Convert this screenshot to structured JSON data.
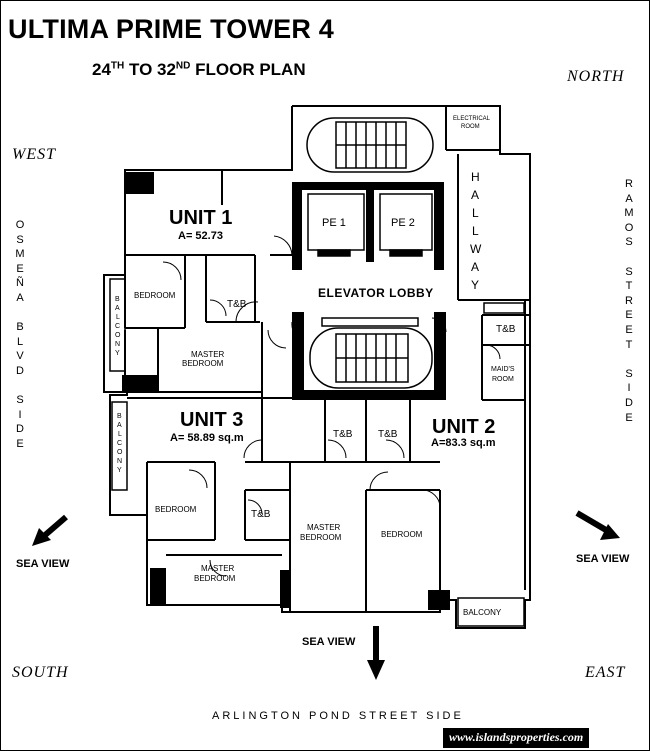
{
  "header": {
    "title": "ULTIMA PRIME TOWER 4",
    "subtitle_a": "24",
    "subtitle_a_sup": "TH",
    "subtitle_b": " TO 32",
    "subtitle_b_sup": "ND",
    "subtitle_c": " FLOOR PLAN"
  },
  "compass": {
    "north": "NORTH",
    "west": "WEST",
    "south": "SOUTH",
    "east": "EAST"
  },
  "sides": {
    "left": [
      "O",
      "S",
      "M",
      "E",
      "Ñ",
      "A",
      "",
      "B",
      "L",
      "V",
      "D",
      "",
      "S",
      "I",
      "D",
      "E"
    ],
    "right": [
      "R",
      "A",
      "M",
      "O",
      "S",
      "",
      "S",
      "T",
      "R",
      "E",
      "E",
      "T",
      "",
      "S",
      "I",
      "D",
      "E"
    ],
    "bottom": "ARLINGTON POND STREET SIDE"
  },
  "sea_view": {
    "left": "SEA VIEW",
    "right": "SEA VIEW",
    "bottom": "SEA VIEW"
  },
  "units": {
    "unit1": {
      "name": "UNIT 1",
      "area": "A= 52.73"
    },
    "unit2": {
      "name": "UNIT 2",
      "area": "A=83.3 sq.m"
    },
    "unit3": {
      "name": "UNIT 3",
      "area": "A= 58.89 sq.m"
    }
  },
  "rooms": {
    "elevator_lobby": "ELEVATOR LOBBY",
    "pe1": "PE 1",
    "pe2": "PE 2",
    "hallway": [
      "H",
      "A",
      "L",
      "L",
      "W",
      "A",
      "Y"
    ],
    "electrical_line1": "ELECTRICAL",
    "electrical_line2": "ROOM",
    "tb": "T&B",
    "maids_line1": "MAID'S",
    "maids_line2": "ROOM",
    "bedroom": "BEDROOM",
    "master_line1": "MASTER",
    "master_line2": "BEDROOM",
    "balcony": "BALCONY",
    "balcony_v": [
      "B",
      "A",
      "L",
      "C",
      "O",
      "N",
      "Y"
    ]
  },
  "website": "www.islandsproperties.com"
}
